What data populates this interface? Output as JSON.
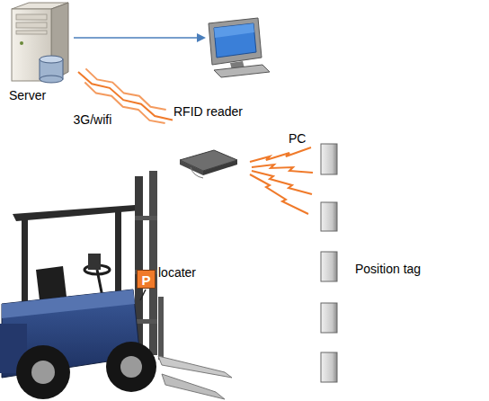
{
  "diagram": {
    "nodes": [
      {
        "text": [
          "Server"
        ]
      },
      {
        "text": [
          "RFID reader"
        ]
      },
      {
        "text": [
          "locater",
          "P"
        ]
      }
    ],
    "edges": [
      {
        "from": 0,
        "to": 1,
        "arrow": "none",
        "label": "3G/wifi"
      }
    ],
    "labels": [
      "PC",
      "Position tag"
    ]
  }
}
